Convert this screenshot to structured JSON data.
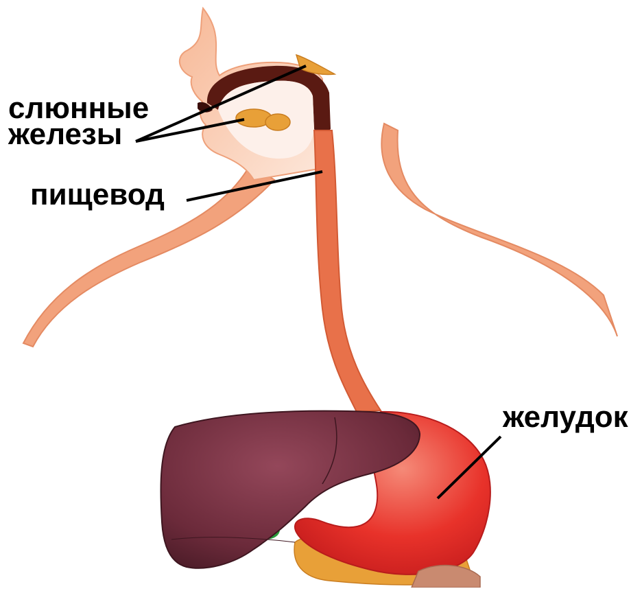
{
  "labels": {
    "salivary_line1": "слюнные",
    "salivary_line2": "железы",
    "esophagus": "пищевод",
    "stomach": "желудок"
  },
  "colors": {
    "background": "#ffffff",
    "skin": "#f6b08e",
    "skin_light": "#fce1d3",
    "mouth_dark": "#5a1a12",
    "esophagus": "#e8714a",
    "gland": "#e8a038",
    "liver": "#6b2a3a",
    "liver_light": "#8a3c4e",
    "stomach": "#e8322a",
    "stomach_light": "#f27a6a",
    "pancreas": "#e8a038",
    "gallbladder": "#2a9a3a",
    "leader_line": "#000000",
    "label_text": "#000000"
  }
}
